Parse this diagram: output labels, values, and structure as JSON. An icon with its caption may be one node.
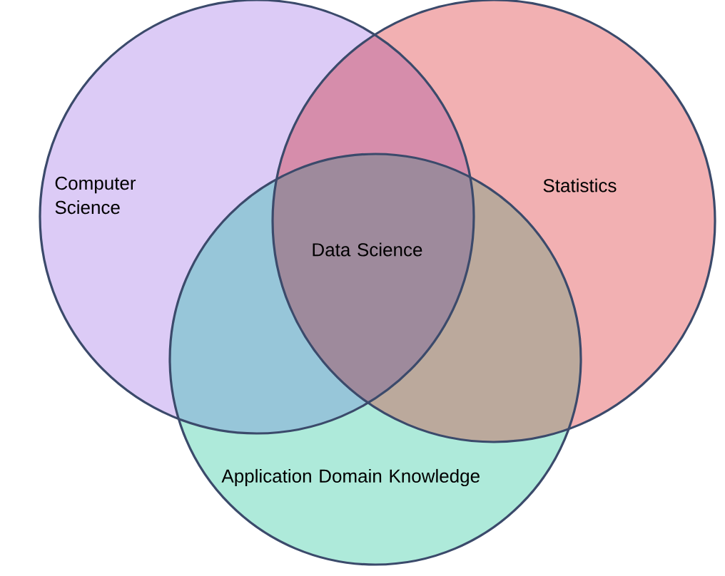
{
  "diagram": {
    "nodes": [
      {
        "text": [
          "Computer Science"
        ]
      },
      {
        "text": [
          "Statistics"
        ]
      },
      {
        "text": [
          "Application Domain Knowledge"
        ]
      }
    ],
    "labels": [
      "Data Science"
    ]
  }
}
